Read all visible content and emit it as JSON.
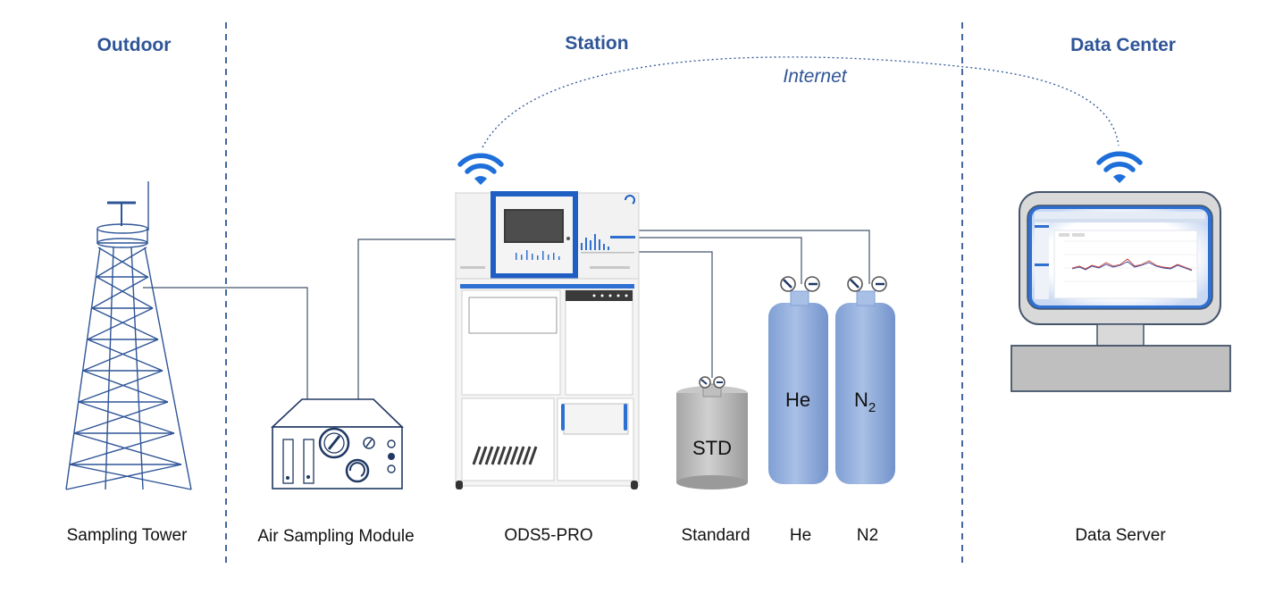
{
  "sections": {
    "outdoor": "Outdoor",
    "station": "Station",
    "data_center": "Data Center"
  },
  "network": {
    "internet_label": "Internet"
  },
  "equipment": {
    "tower": "Sampling Tower",
    "air_module": "Air Sampling Module",
    "analyzer": "ODS5-PRO",
    "standard": "Standard",
    "he": "He",
    "n2": "N2",
    "server": "Data Server"
  },
  "tank_labels": {
    "std": "STD",
    "he": "He",
    "n2_main": "N",
    "n2_sub": "2"
  },
  "colors": {
    "accent": "#2f5597",
    "wifi": "#1e6fd9",
    "tank_blue": "#8eaadb",
    "tank_gray": "#bfbfbf",
    "line": "#44546a"
  }
}
